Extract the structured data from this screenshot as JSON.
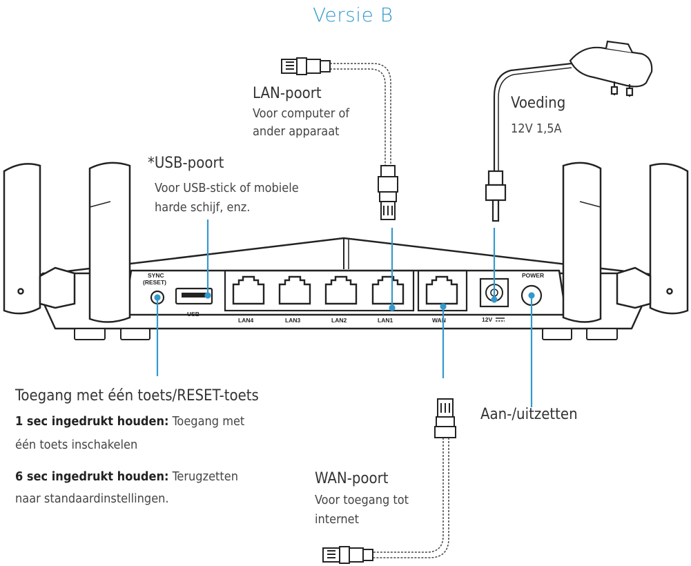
{
  "title": "Versie B",
  "lan_port": {
    "title": "LAN-poort",
    "line1": "Voor computer of",
    "line2": "ander apparaat"
  },
  "power_supply": {
    "title": "Voeding",
    "spec": "12V 1,5A"
  },
  "usb_port": {
    "title": "*USB-poort",
    "line1": "Voor USB-stick of mobiele",
    "line2": "harde schijf, enz."
  },
  "reset": {
    "title": "Toegang met één toets/RESET-toets",
    "hold1_bold": "1 sec ingedrukt houden:",
    "hold1_text": " Toegang met",
    "hold1_cont": "één toets inschakelen",
    "hold6_bold": "6 sec ingedrukt houden:",
    "hold6_text": " Terugzetten",
    "hold6_cont": "naar standaardinstellingen."
  },
  "power_button": {
    "title": "Aan-/uitzetten"
  },
  "wan_port": {
    "title": "WAN-poort",
    "line1": "Voor toegang tot",
    "line2": "internet"
  },
  "router_labels": {
    "sync": "SYNC",
    "reset": "(RESET)",
    "usb": "USB",
    "lan4": "LAN4",
    "lan3": "LAN3",
    "lan2": "LAN2",
    "lan1": "LAN1",
    "wan": "WAN",
    "v12": "12V",
    "power": "POWER"
  },
  "colors": {
    "accent": "#3399cc",
    "line": "#333333"
  }
}
